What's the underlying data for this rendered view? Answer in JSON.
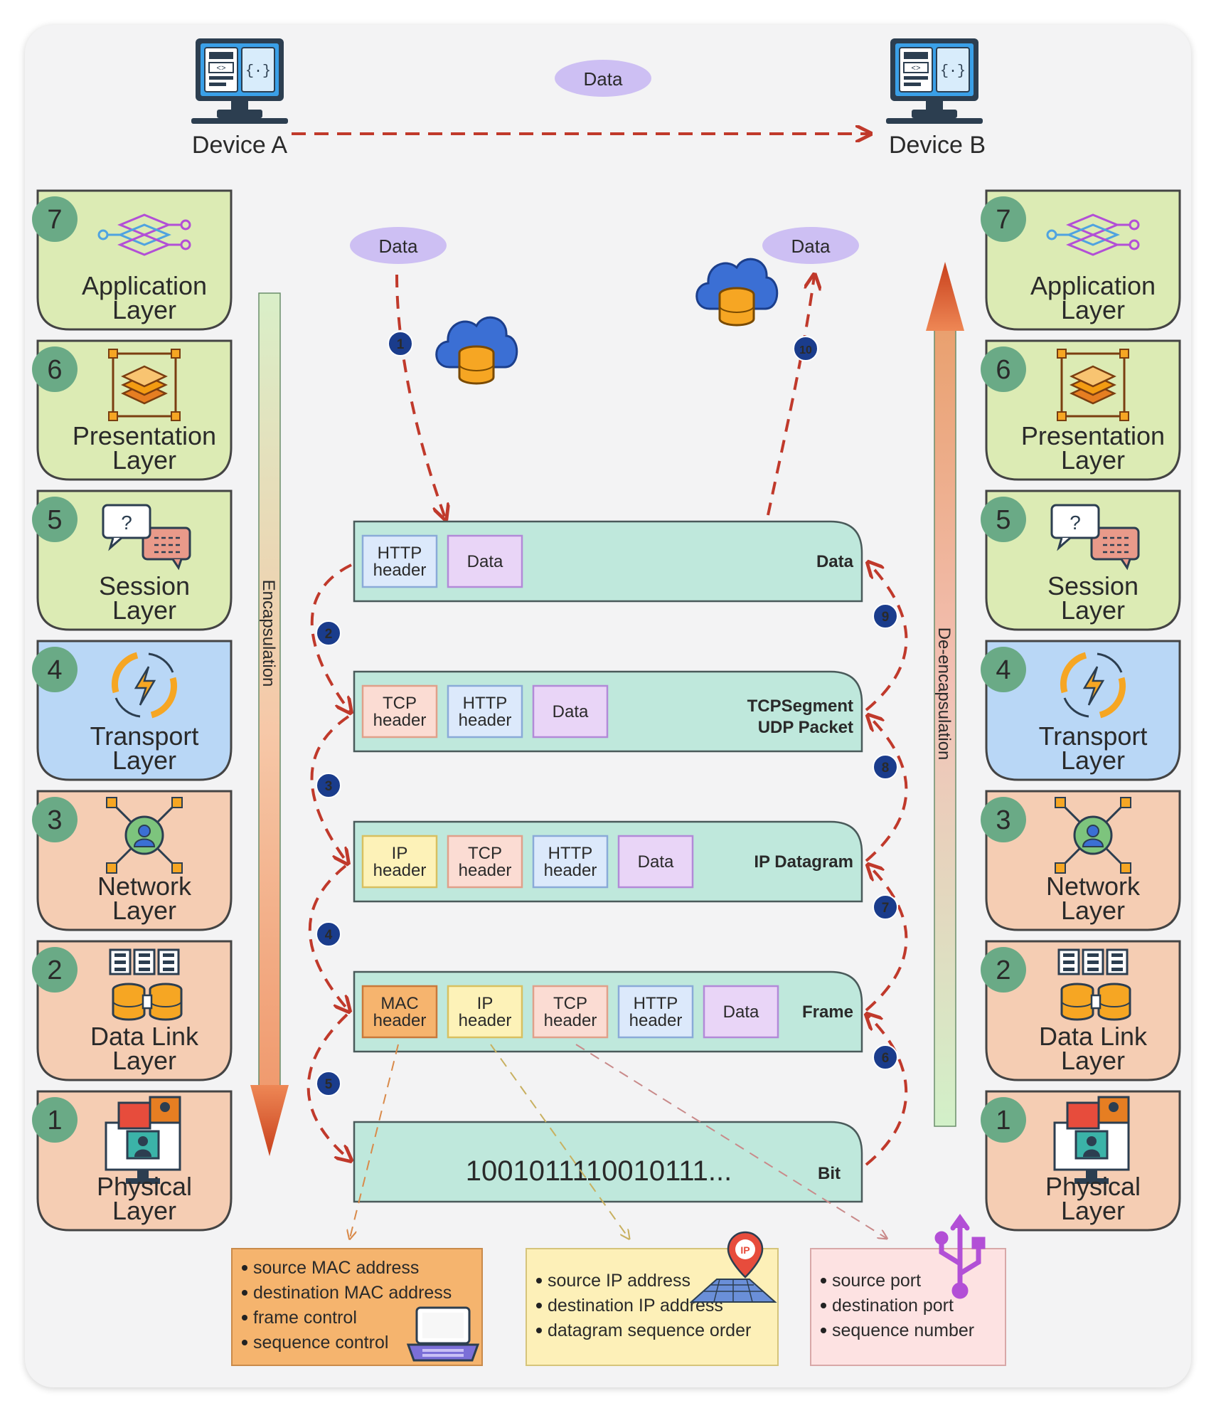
{
  "devices": {
    "a": "Device A",
    "b": "Device B"
  },
  "top_data": "Data",
  "side_data": {
    "left": "Data",
    "right": "Data"
  },
  "layers": [
    {
      "num": "7",
      "line1": "Application",
      "line2": "Layer"
    },
    {
      "num": "6",
      "line1": "Presentation",
      "line2": "Layer"
    },
    {
      "num": "5",
      "line1": "Session",
      "line2": "Layer"
    },
    {
      "num": "4",
      "line1": "Transport",
      "line2": "Layer"
    },
    {
      "num": "3",
      "line1": "Network",
      "line2": "Layer"
    },
    {
      "num": "2",
      "line1": "Data Link",
      "line2": "Layer"
    },
    {
      "num": "1",
      "line1": "Physical",
      "line2": "Layer"
    }
  ],
  "arrows": {
    "encapsulation": "Encapsulation",
    "deencapsulation": "De-encapsulation"
  },
  "pdus": [
    {
      "name": "Data",
      "cells": [
        {
          "l1": "HTTP",
          "l2": "header"
        },
        {
          "l1": "Data",
          "l2": ""
        }
      ]
    },
    {
      "name": "TCPSegment",
      "name2": "UDP Packet",
      "cells": [
        {
          "l1": "TCP",
          "l2": "header"
        },
        {
          "l1": "HTTP",
          "l2": "header"
        },
        {
          "l1": "Data",
          "l2": ""
        }
      ]
    },
    {
      "name": "IP Datagram",
      "cells": [
        {
          "l1": "IP",
          "l2": "header"
        },
        {
          "l1": "TCP",
          "l2": "header"
        },
        {
          "l1": "HTTP",
          "l2": "header"
        },
        {
          "l1": "Data",
          "l2": ""
        }
      ]
    },
    {
      "name": "Frame",
      "cells": [
        {
          "l1": "MAC",
          "l2": "header"
        },
        {
          "l1": "IP",
          "l2": "header"
        },
        {
          "l1": "TCP",
          "l2": "header"
        },
        {
          "l1": "HTTP",
          "l2": "header"
        },
        {
          "l1": "Data",
          "l2": ""
        }
      ]
    },
    {
      "name": "Bit",
      "bits": "1001011110010111..."
    }
  ],
  "steps": [
    "1",
    "2",
    "3",
    "4",
    "5",
    "6",
    "7",
    "8",
    "9",
    "10"
  ],
  "info_boxes": {
    "mac": [
      "source MAC address",
      "destination MAC address",
      "frame control",
      "sequence control"
    ],
    "ip": [
      "source IP address",
      "destination IP address",
      "datagram sequence order"
    ],
    "port": [
      "source port",
      "destination port",
      "sequence number"
    ]
  },
  "icons": {
    "ip_pin": "IP"
  },
  "colors": {
    "upper_layers": "#dcebb4",
    "transport_layer": "#b9d7f6",
    "lower_layers": "#f5cdb3",
    "pdu_bar": "#bfe8dc",
    "http_header": "#dce9fb",
    "data_cell": "#e9d5f7",
    "tcp_header": "#fbdcd3",
    "ip_header": "#fdf2b8",
    "mac_header": "#f6b46e",
    "flow_arrow": "#c0392b",
    "step_badge": "#1a3c8c",
    "layer_badge": "#6aaa86"
  }
}
